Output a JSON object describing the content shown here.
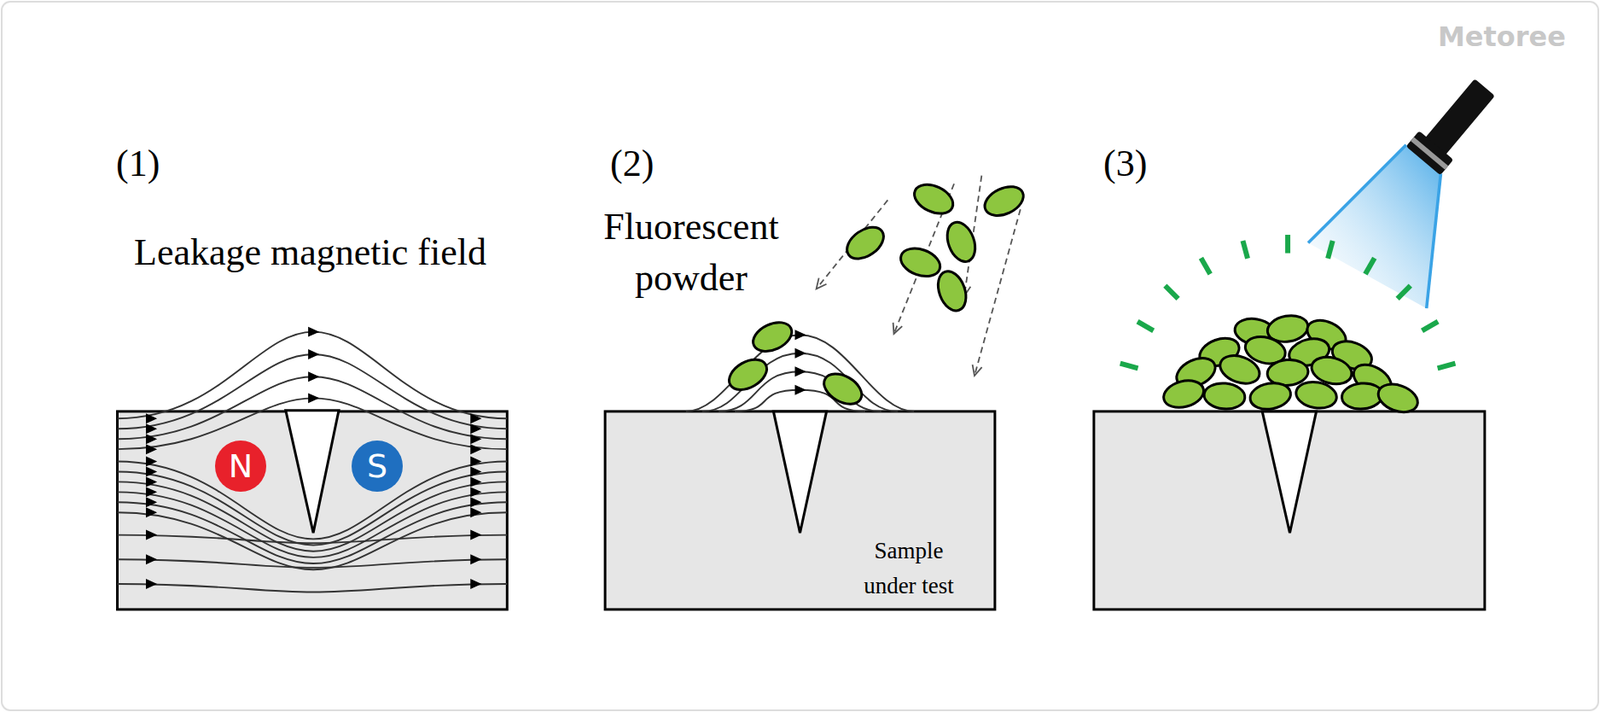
{
  "diagram": {
    "nodes": [
      {
        "text": [
          "N"
        ]
      },
      {
        "text": [
          "S"
        ]
      },
      {
        "text": [
          "Sample under test"
        ]
      }
    ],
    "labels": [
      "(1)",
      "(2)",
      "(3)",
      "Leakage magnetic field",
      "Fluorescent powder",
      "Metoree"
    ]
  }
}
